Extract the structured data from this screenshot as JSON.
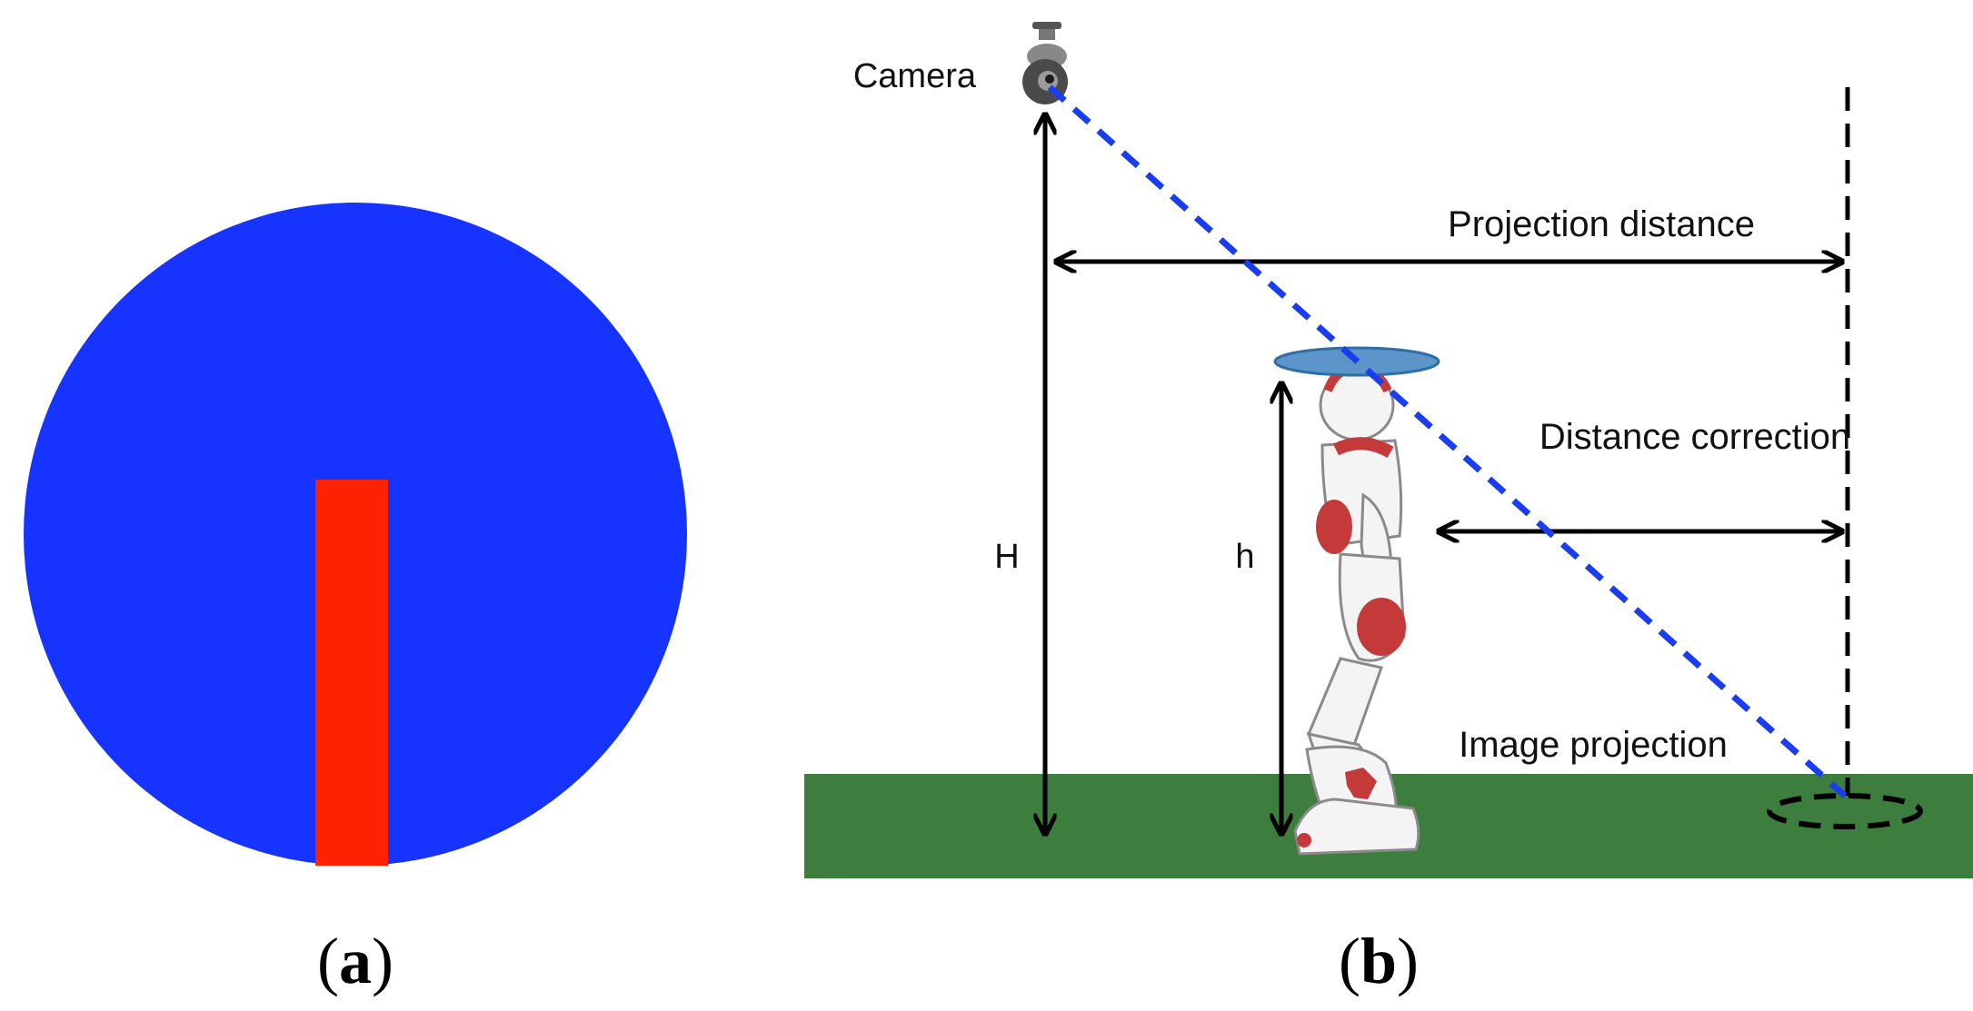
{
  "panel_a": {
    "caption_paren_open": "(",
    "caption_letter": "a",
    "caption_paren_close": ")",
    "colors": {
      "disc": "#1733ff",
      "bar": "#ff2200"
    }
  },
  "panel_b": {
    "caption_paren_open": "(",
    "caption_letter": "b",
    "caption_paren_close": ")",
    "labels": {
      "camera": "Camera",
      "projection_distance": "Projection distance",
      "distance_correction": "Distance correction",
      "image_projection": "Image projection",
      "big_h": "H",
      "small_h": "h"
    },
    "colors": {
      "ground": "#3d7d3d",
      "sight_line": "#1a3df0",
      "head_disc": "#5b95c9",
      "robot_accent": "#c43a3a",
      "arrows": "#000000"
    }
  }
}
